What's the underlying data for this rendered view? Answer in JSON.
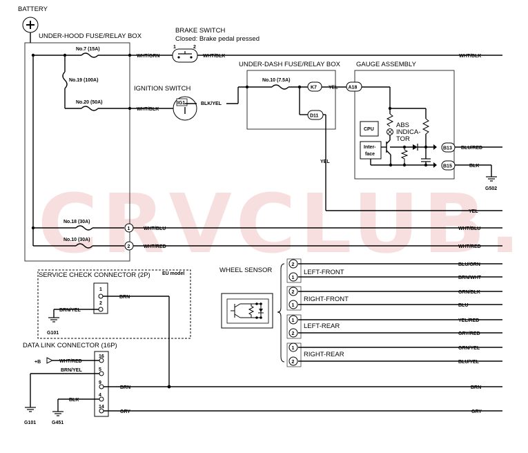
{
  "watermark": "CRVCLUB.RU",
  "battery": {
    "label": "BATTERY",
    "symbol": "+"
  },
  "underhood_box": {
    "title": "UNDER-HOOD FUSE/RELAY BOX",
    "fuse_no7": "No.7 (15A)",
    "fuse_no19": "No.19 (100A)",
    "fuse_no20": "No.20 (50A)",
    "fuse_no18": "No.18 (30A)",
    "fuse_no10": "No.10 (30A)",
    "wire_no7_out": "WHT/GRN",
    "wire_no20_out": "WHT/BLK",
    "pin1": "1",
    "pin2": "2",
    "wire_pin1": "WHT/BLU",
    "wire_pin2": "WHT/RED"
  },
  "brake_switch": {
    "title": "BRAKE SWITCH",
    "subtitle": "Closed: Brake pedal pressed",
    "pin_left": "1",
    "pin_right": "2",
    "wire_out": "WHT/BLK"
  },
  "ignition_switch": {
    "title": "IGNITION SWITCH",
    "terminal": "IG1",
    "wire_out": "BLK/YEL"
  },
  "underdash_box": {
    "title": "UNDER-DASH FUSE/RELAY BOX",
    "fuse": "No.10 (7.5A)",
    "connector_k7": "K7",
    "connector_d11": "D11",
    "wire_k7": "YEL",
    "wire_d11": "YEL"
  },
  "gauge_assembly": {
    "title": "GAUGE ASSEMBLY",
    "connector_a18": "A18",
    "connector_b13": "B13",
    "connector_b15": "B15",
    "cpu": "CPU",
    "interface_line1": "Inter-",
    "interface_line2": "face",
    "abs_line1": "ABS",
    "abs_line2": "INDICA-",
    "abs_line3": "TOR",
    "wire_b13": "BLU/RED",
    "wire_b15": "BLK",
    "ground": "G502"
  },
  "right_wires": {
    "wht_blk": "WHT/BLK",
    "yel": "YEL",
    "wht_blu": "WHT/BLU",
    "wht_red": "WHT/RED",
    "brn": "BRN",
    "gry": "GRY"
  },
  "wheel_sensor": {
    "title": "WHEEL SENSOR",
    "left_front": "LEFT-FRONT",
    "right_front": "RIGHT-FRONT",
    "left_rear": "LEFT-REAR",
    "right_rear": "RIGHT-REAR",
    "pins": [
      "2",
      "1",
      "2",
      "1",
      "1",
      "2",
      "1",
      "2"
    ],
    "wires": [
      "BLU/ORN",
      "BRN/WHT",
      "GRN/BLK",
      "BLU",
      "YEL/RED",
      "GRY/RED",
      "GRN/YEL",
      "BLU/YEL"
    ]
  },
  "service_check": {
    "title": "SERVICE CHECK CONNECTOR (2P)",
    "model_note": "EU model",
    "pin1": "1",
    "pin2": "2",
    "wire_pin1": "BRN",
    "wire_pin2": "BRN/YEL",
    "ground": "G101"
  },
  "data_link": {
    "title": "DATA LINK CONNECTOR (16P)",
    "plus_b": "+B",
    "pins": [
      "16",
      "5",
      "9",
      "4",
      "14"
    ],
    "wire_16": "WHT/RED",
    "wire_5": "BRN/YEL",
    "wire_9": "BRN",
    "wire_4": "BLK",
    "wire_14": "GRY",
    "ground_left": "G101",
    "ground_blk": "G451"
  }
}
